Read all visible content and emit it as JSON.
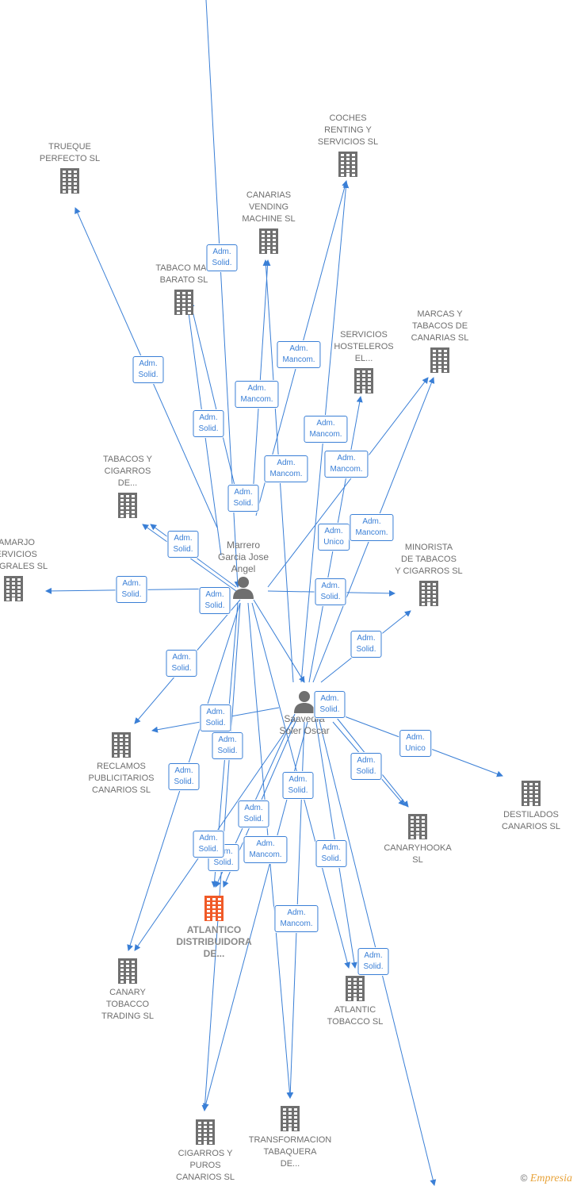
{
  "companies": [
    {
      "id": "trueque",
      "label": "TRUEQUE\nPERFECTO SL"
    },
    {
      "id": "coches",
      "label": "COCHES\nRENTING Y\nSERVICIOS SL"
    },
    {
      "id": "canarias_vending",
      "label": "CANARIAS\nVENDING\nMACHINE  SL"
    },
    {
      "id": "tabaco_barato",
      "label": "TABACO MAS\nBARATO  SL"
    },
    {
      "id": "servicios_hosteleros",
      "label": "SERVICIOS\nHOSTELEROS\nEL..."
    },
    {
      "id": "marcas_tabacos",
      "label": "MARCAS Y\nTABACOS DE\nCANARIAS  SL"
    },
    {
      "id": "tabacos_cigarros",
      "label": "TABACOS Y\nCIGARROS\nDE..."
    },
    {
      "id": "camarjo",
      "label": "CAMARJO\nSERVICIOS\nINTEGRALES SL"
    },
    {
      "id": "minorista",
      "label": "MINORISTA\nDE TABACOS\nY CIGARROS  SL"
    },
    {
      "id": "reclamos",
      "label": "RECLAMOS\nPUBLICITARIOS\nCANARIOS  SL"
    },
    {
      "id": "destilados",
      "label": "DESTILADOS\nCANARIOS  SL"
    },
    {
      "id": "canaryhooka",
      "label": "CANARYHOOKA\nSL"
    },
    {
      "id": "atlantico",
      "label": "ATLANTICO\nDISTRIBUIDORA\nDE..."
    },
    {
      "id": "canary_tobacco",
      "label": "CANARY\nTOBACCO\nTRADING  SL"
    },
    {
      "id": "atlantic_tobacco",
      "label": "ATLANTIC\nTOBACCO  SL"
    },
    {
      "id": "cigarros_puros",
      "label": "CIGARROS Y\nPUROS\nCANARIOS  SL"
    },
    {
      "id": "transformacion",
      "label": "TRANSFORMACION\nTABAQUERA\nDE..."
    }
  ],
  "persons": [
    {
      "id": "marrero",
      "label": "Marrero\nGarcia Jose\nAngel"
    },
    {
      "id": "saavedra",
      "label": "Saavedra\nSoler Oscar"
    }
  ],
  "edge_labels": [
    {
      "id": "e1",
      "text": "Adm.\nSolid."
    },
    {
      "id": "e2",
      "text": "Adm.\nSolid."
    },
    {
      "id": "e3",
      "text": "Adm.\nMancom."
    },
    {
      "id": "e4",
      "text": "Adm.\nMancom."
    },
    {
      "id": "e5",
      "text": "Adm.\nSolid."
    },
    {
      "id": "e6",
      "text": "Adm.\nMancom."
    },
    {
      "id": "e7",
      "text": "Adm.\nMancom."
    },
    {
      "id": "e8",
      "text": "Adm.\nMancom."
    },
    {
      "id": "e9",
      "text": "Adm.\nSolid."
    },
    {
      "id": "e10",
      "text": "Adm.\nUnico"
    },
    {
      "id": "e11",
      "text": "Adm.\nMancom."
    },
    {
      "id": "e12",
      "text": "Adm.\nSolid."
    },
    {
      "id": "e13",
      "text": "Adm.\nSolid."
    },
    {
      "id": "e14",
      "text": "Adm.\nSolid."
    },
    {
      "id": "e15",
      "text": "Adm.\nSolid."
    },
    {
      "id": "e16",
      "text": "Adm.\nSolid."
    },
    {
      "id": "e17",
      "text": "Adm.\nSolid."
    },
    {
      "id": "e18",
      "text": "Adm.\nSolid."
    },
    {
      "id": "e19",
      "text": "Adm.\nSolid."
    },
    {
      "id": "e20",
      "text": "Adm.\nUnico"
    },
    {
      "id": "e21",
      "text": "Adm.\nSolid."
    },
    {
      "id": "e22",
      "text": "Adm.\nSolid."
    },
    {
      "id": "e23",
      "text": "Adm.\nSolid."
    },
    {
      "id": "e24",
      "text": "Adm.\nSolid."
    },
    {
      "id": "e25",
      "text": "Adm.\nSolid."
    },
    {
      "id": "e26",
      "text": "Adm.\nMancom."
    },
    {
      "id": "e27",
      "text": "Adm.\nSolid."
    },
    {
      "id": "e28",
      "text": "Adm.\nSolid."
    },
    {
      "id": "e29",
      "text": "Adm.\nSolid."
    },
    {
      "id": "e30",
      "text": "Adm.\nMancom."
    },
    {
      "id": "e31",
      "text": "Adm.\nSolid."
    }
  ],
  "colors": {
    "edge": "#3a7fd6",
    "building": "#6f6f6f",
    "building_highlight": "#f05a28",
    "person": "#6f6f6f"
  },
  "icons": {
    "company": "building-icon",
    "person": "person-icon"
  },
  "footer": {
    "symbol": "©",
    "brand": "Empresia"
  }
}
